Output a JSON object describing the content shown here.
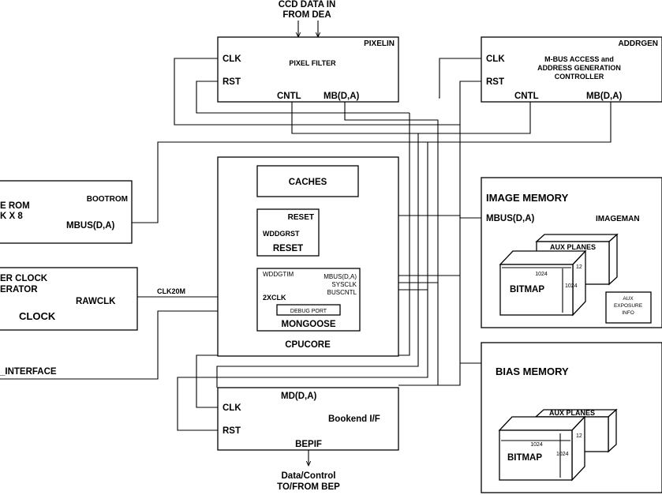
{
  "ccd_input": {
    "line1": "CCD DATA IN",
    "line2": "FROM DEA"
  },
  "pixelin": {
    "name": "PIXELIN",
    "function": "PIXEL FILTER",
    "clk": "CLK",
    "rst": "RST",
    "cntl": "CNTL",
    "mb": "MB(D,A)"
  },
  "addrgen": {
    "name": "ADDRGEN",
    "function_lines": [
      "M-BUS ACCESS and",
      "ADDRESS GENERATION",
      "CONTROLLER"
    ],
    "clk": "CLK",
    "rst": "RST",
    "cntl": "CNTL",
    "mb": "MB(D,A)"
  },
  "bootrom": {
    "name": "BOOTROM",
    "partial_line1": "E ROM",
    "partial_line2": "K X 8",
    "mbus": "MBUS(D,A)"
  },
  "clock": {
    "partial_line1": "ER CLOCK",
    "partial_line2": "ERATOR",
    "rawclk": "RAWCLK",
    "name": "CLOCK"
  },
  "signal_clk20m": "CLK20M",
  "interface_label": "_INTERFACE",
  "cpucore": {
    "name": "CPUCORE",
    "caches": "CACHES",
    "reset_block": {
      "reset_port": "RESET",
      "wddgrst": "WDDGRST",
      "name": "RESET"
    },
    "mongoose": {
      "name": "MONGOOSE",
      "wddgtim": "WDDGTIM",
      "mbus": "MBUS(D,A)",
      "sysclk": "SYSCLK",
      "buscntl": "BUSCNTL",
      "xclk": "2XCLK",
      "debug_port": "DEBUG PORT"
    }
  },
  "image_memory": {
    "title": "IMAGE MEMORY",
    "mbus": "MBUS(D,A)",
    "name": "IMAGEMAN",
    "aux_planes": "AUX PLANES",
    "bitmap": "BITMAP",
    "dim_width": "1024",
    "dim_height": "1024",
    "dim_depth": "12",
    "aux_exposure_lines": [
      "AUX",
      "EXPOSURE",
      "INFO"
    ]
  },
  "bias_memory": {
    "title": "BIAS MEMORY",
    "aux_planes": "AUX PLANES",
    "bitmap": "BITMAP",
    "dim_width": "1024",
    "dim_height": "1024",
    "dim_depth": "12"
  },
  "bepif": {
    "name": "BEPIF",
    "md": "MD(D,A)",
    "clk": "CLK",
    "rst": "RST",
    "function": "Bookend I/F"
  },
  "bep_output": {
    "line1": "Data/Control",
    "line2": "TO/FROM BEP"
  }
}
